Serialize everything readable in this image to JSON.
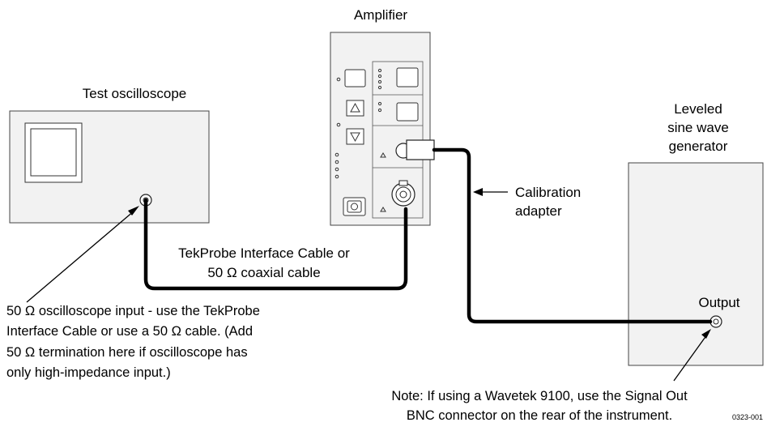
{
  "labels": {
    "amplifier": "Amplifier",
    "test_oscilloscope": "Test oscilloscope",
    "generator_line1": "Leveled",
    "generator_line2": "sine wave",
    "generator_line3": "generator",
    "calibration_line1": "Calibration",
    "calibration_line2": "adapter",
    "cable_line1": "TekProbe Interface Cable or",
    "cable_line2": "50 Ω coaxial cable",
    "output": "Output"
  },
  "notes": {
    "input_line1": "50 Ω oscilloscope input - use the TekProbe",
    "input_line2": "Interface Cable or use a 50 Ω cable. (Add",
    "input_line3": "50 Ω termination here if oscilloscope has",
    "input_line4": "only high-impedance input.)",
    "wavetek_line1": "Note: If using a Wavetek 9100, use the Signal Out",
    "wavetek_line2": "BNC connector on the rear of the instrument."
  },
  "figure_id": "0323-001",
  "icons": {
    "up_arrow": "up-triangle-icon",
    "down_arrow": "down-triangle-icon",
    "power": "power-icon"
  }
}
